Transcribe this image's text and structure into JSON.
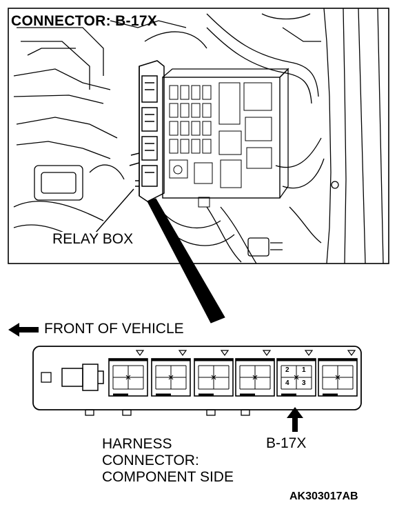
{
  "title": "CONNECTOR: B-17X",
  "relay_box_label": "RELAY BOX",
  "front_label": "FRONT OF VEHICLE",
  "harness_label": "HARNESS\nCONNECTOR:\nCOMPONENT SIDE",
  "connector_label": "B-17X",
  "figure_code": "AK303017AB",
  "pins": [
    "2",
    "1",
    "4",
    "3"
  ],
  "icons": {
    "front_arrow": "left-arrow-icon",
    "connector_arrow": "up-arrow-icon"
  }
}
